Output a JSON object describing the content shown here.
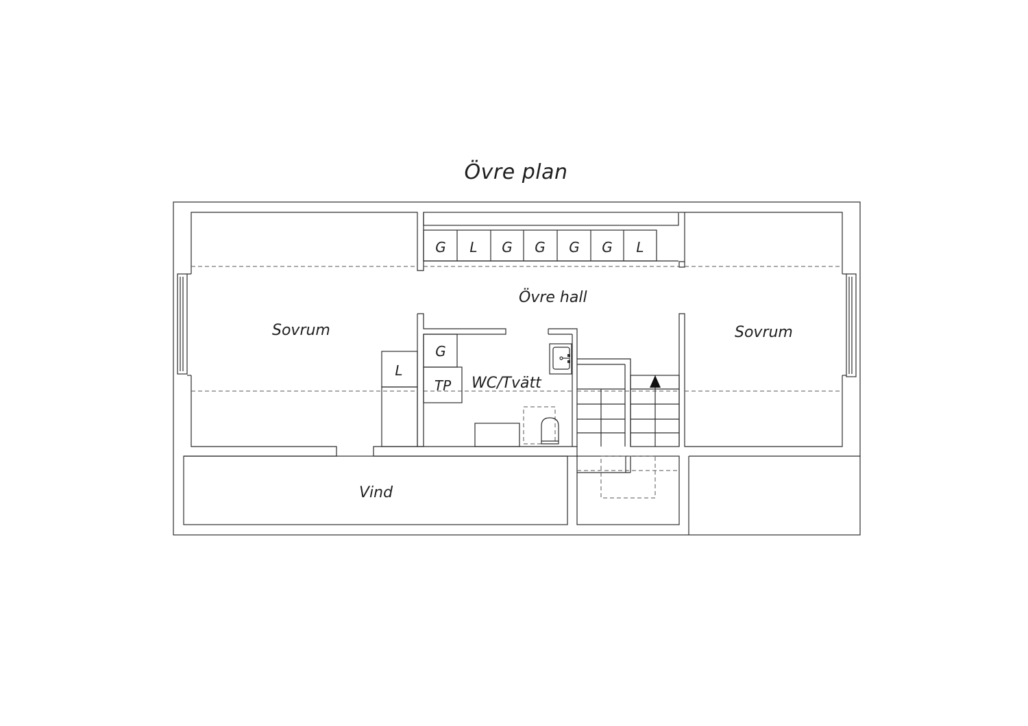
{
  "title": "Övre plan",
  "rooms": {
    "sovrum_left": "Sovrum",
    "sovrum_right": "Sovrum",
    "ovre_hall": "Övre hall",
    "wc_tvatt": "WC/Tvätt",
    "vind": "Vind"
  },
  "hall_closets": [
    "G",
    "L",
    "G",
    "G",
    "G",
    "G",
    "L"
  ],
  "bath_fixtures": {
    "closet_g": "G",
    "closet_l": "L",
    "washer": "TP"
  }
}
